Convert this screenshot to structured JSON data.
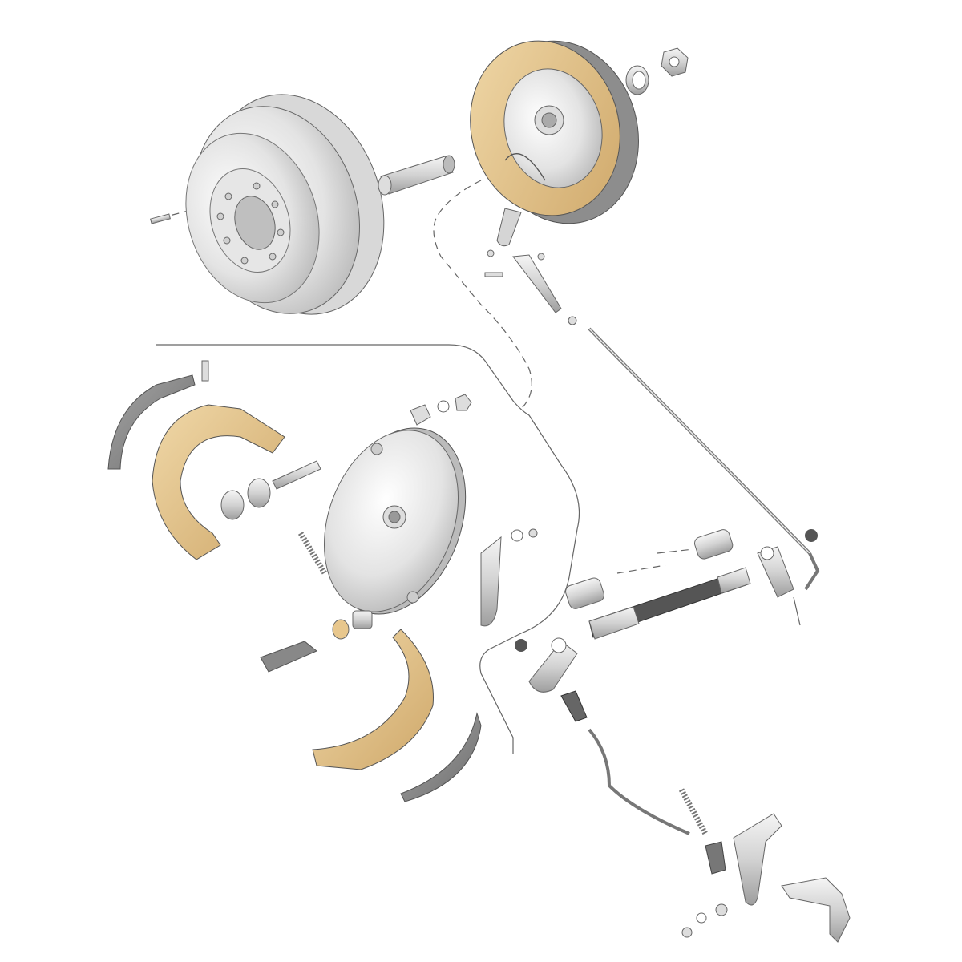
{
  "colors": {
    "background": "#ffffff",
    "metal_light": "#eeeeee",
    "metal_mid": "#cfcfcf",
    "metal_dark": "#9a9a9a",
    "brass": "#e2c48e",
    "brass_dark": "#c9a468",
    "lining": "#8a8a8a",
    "outline": "#555555"
  },
  "parts": [
    "brake-drum",
    "axle-sleeve",
    "rear-backing-plate-assembly",
    "hub-nut",
    "hub-washer",
    "front-brake-shoe-upper",
    "front-brake-shoe-lower",
    "front-backing-plate",
    "brake-lining",
    "return-spring",
    "wheel-cylinder-pin",
    "brake-rod",
    "cross-shaft",
    "brake-pedal",
    "clevis",
    "adjuster-star"
  ]
}
